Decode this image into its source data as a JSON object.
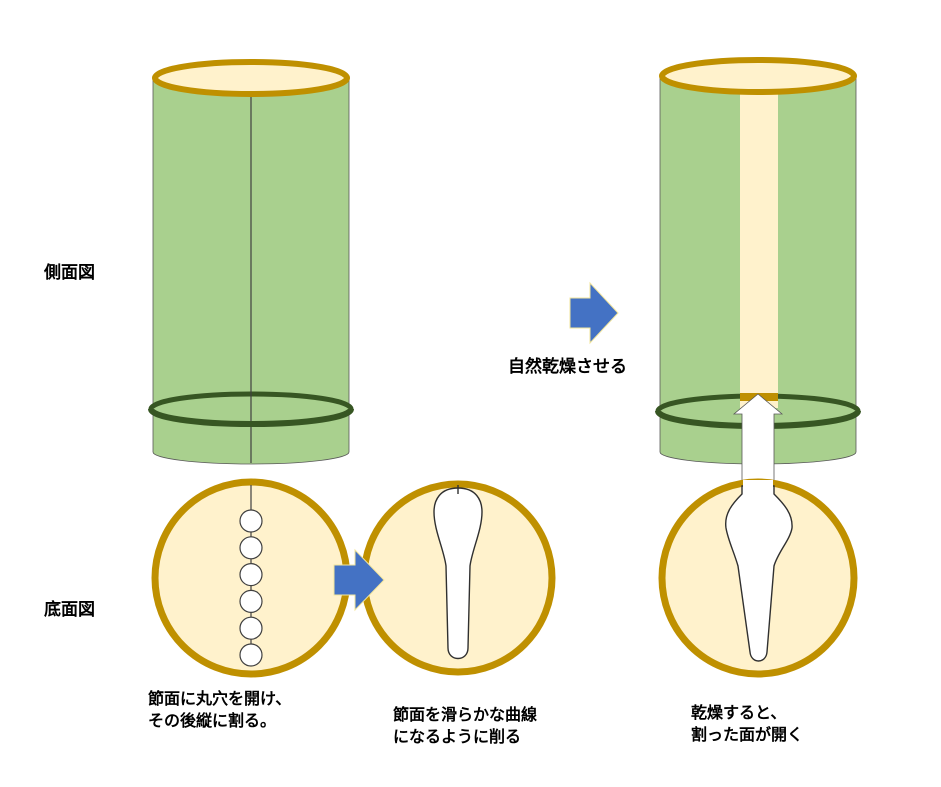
{
  "colors": {
    "bamboo_green": "#a9d08e",
    "node_ring_dark_green": "#375623",
    "rim_gold": "#bf9000",
    "interior_cream": "#fff2cc",
    "arrow_blue": "#4472c4",
    "arrow_outline": "#f2e59b",
    "outline": "#595959",
    "hole_white": "#ffffff"
  },
  "labels": {
    "side_view": "側面図",
    "bottom_view": "底面図",
    "natural_drying": "自然乾燥させる"
  },
  "captions": {
    "step1": [
      "節面に丸穴を開け、",
      "その後縦に割る。"
    ],
    "step2": [
      "節面を滑らかな曲線",
      "になるように削る"
    ],
    "step3": [
      "乾燥すると、",
      "割った面が開く"
    ]
  },
  "step1_hole_count": 6
}
